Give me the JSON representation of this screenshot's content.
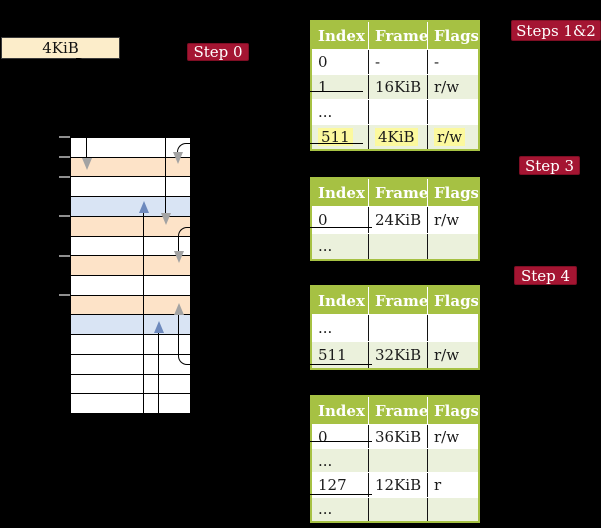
{
  "colors": {
    "background": "#000000",
    "table_border_green": "#a6c143",
    "table_header_green": "#a6c143",
    "row_light_green": "#ebf1dc",
    "memory_peach": "#fde3c8",
    "memory_blue": "#d9e4f4",
    "highlight_yellow": "#fcf99e",
    "step_label_red": "#a41532",
    "address_box_cream": "#fcedca",
    "connector_gray": "#bdbdbd",
    "connector_blue": "#7b94c6"
  },
  "address_box": {
    "label": "4KiB"
  },
  "step_labels": {
    "step0": "Step 0",
    "steps12": "Steps 1&2",
    "step3": "Step 3",
    "step4": "Step 4"
  },
  "memory_column": {
    "row_count": 14,
    "row_fills": [
      "white",
      "peach",
      "white",
      "blue",
      "peach",
      "white",
      "peach",
      "white",
      "peach",
      "blue",
      "white",
      "white",
      "white",
      "white"
    ]
  },
  "page_tables": [
    {
      "columns": [
        "Index",
        "Frame",
        "Flags"
      ],
      "rows": [
        {
          "cells": [
            "0",
            "-",
            "-"
          ],
          "shaded": false,
          "highlighted": false
        },
        {
          "cells": [
            "1",
            "16KiB",
            "r/w"
          ],
          "shaded": true,
          "highlighted": false
        },
        {
          "cells": [
            "...",
            "",
            ""
          ],
          "shaded": false,
          "highlighted": false
        },
        {
          "cells": [
            "511",
            "4KiB",
            "r/w"
          ],
          "shaded": true,
          "highlighted": true
        }
      ]
    },
    {
      "columns": [
        "Index",
        "Frame",
        "Flags"
      ],
      "rows": [
        {
          "cells": [
            "0",
            "24KiB",
            "r/w"
          ],
          "shaded": false,
          "highlighted": false
        },
        {
          "cells": [
            "...",
            "",
            ""
          ],
          "shaded": true,
          "highlighted": false
        }
      ]
    },
    {
      "columns": [
        "Index",
        "Frame",
        "Flags"
      ],
      "rows": [
        {
          "cells": [
            "...",
            "",
            ""
          ],
          "shaded": false,
          "highlighted": false
        },
        {
          "cells": [
            "511",
            "32KiB",
            "r/w"
          ],
          "shaded": true,
          "highlighted": false
        }
      ]
    },
    {
      "columns": [
        "Index",
        "Frame",
        "Flags"
      ],
      "rows": [
        {
          "cells": [
            "0",
            "36KiB",
            "r/w"
          ],
          "shaded": false,
          "highlighted": false
        },
        {
          "cells": [
            "...",
            "",
            ""
          ],
          "shaded": true,
          "highlighted": false
        },
        {
          "cells": [
            "127",
            "12KiB",
            "r"
          ],
          "shaded": false,
          "highlighted": false
        },
        {
          "cells": [
            "...",
            "",
            ""
          ],
          "shaded": true,
          "highlighted": false
        }
      ]
    }
  ]
}
